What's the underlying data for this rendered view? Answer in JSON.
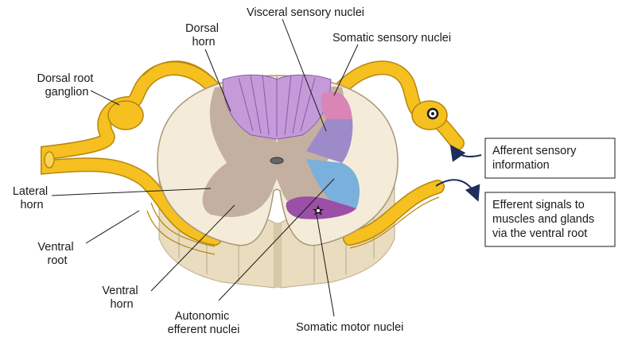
{
  "labels": {
    "dorsal_horn": [
      "Dorsal",
      "horn"
    ],
    "visceral_sensory_nuclei": "Visceral sensory nuclei",
    "somatic_sensory_nuclei": "Somatic sensory nuclei",
    "dorsal_root_ganglion": [
      "Dorsal root",
      "ganglion"
    ],
    "lateral_horn": [
      "Lateral",
      "horn"
    ],
    "ventral_root": [
      "Ventral",
      "root"
    ],
    "ventral_horn": [
      "Ventral",
      "horn"
    ],
    "autonomic_efferent_nuclei": [
      "Autonomic",
      "efferent nuclei"
    ],
    "somatic_motor_nuclei": "Somatic motor nuclei"
  },
  "callouts": {
    "afferent": [
      "Afferent sensory",
      "information"
    ],
    "efferent": [
      "Efferent signals to",
      "muscles and glands",
      "via the ventral root"
    ]
  },
  "colors": {
    "nerve_yellow": "#f5c020",
    "nerve_outline": "#b8860b",
    "white_matter": "#f4ecd8",
    "gray_matter": "#c4b0a0",
    "visceral_sensory": "#9d8ac9",
    "somatic_sensory": "#d985b5",
    "dorsal_purple": "#c49ad9",
    "autonomic_blue": "#7ab0dc",
    "somatic_motor": "#9b4fa6",
    "arrow_navy": "#1f2d5a"
  }
}
